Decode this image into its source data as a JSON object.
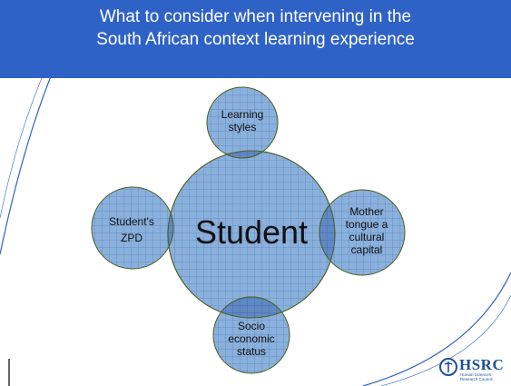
{
  "slide": {
    "title_line1": "What to consider when intervening in the",
    "title_line2": "South African context learning experience"
  },
  "diagram": {
    "center": {
      "label": "Student"
    },
    "top": {
      "line1": "Learning",
      "line2": "styles"
    },
    "left": {
      "line1": "Student's",
      "line2": "ZPD"
    },
    "right": {
      "line1": "Mother",
      "line2": "tongue a",
      "line3": "cultural",
      "line4": "capital"
    },
    "bottom": {
      "line1": "Socio",
      "line2": "economic",
      "line3": "status"
    }
  },
  "logo": {
    "text": "HSRC",
    "sub1": "Human Sciences",
    "sub2": "Research Council"
  },
  "colors": {
    "header": "#2f62c6",
    "circle_fill": "#8ab0dc",
    "circle_stroke": "#4d5f1e",
    "grid": "#5d84bd"
  }
}
